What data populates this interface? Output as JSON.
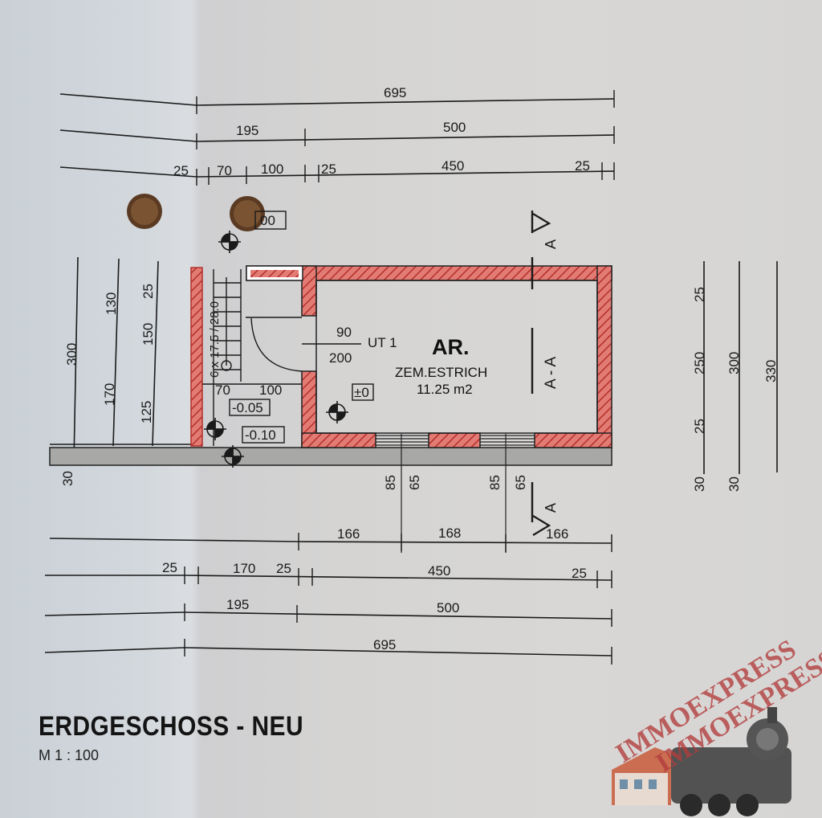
{
  "drawing": {
    "title": "ERDGESCHOSS - NEU",
    "scale": "M 1 : 100",
    "top_dimensions": {
      "row1": [
        "695"
      ],
      "row2": [
        "195",
        "500"
      ],
      "row3": [
        "25",
        "70",
        "100",
        "25",
        "450",
        "25"
      ]
    },
    "bottom_dimensions": {
      "row1": [
        "166",
        "168",
        "166"
      ],
      "row2": [
        "25",
        "170",
        "25",
        "450",
        "25"
      ],
      "row3": [
        "195",
        "500"
      ],
      "row4": [
        "695"
      ]
    },
    "left_dimensions": [
      "300",
      "130",
      "170",
      "25",
      "150",
      "125",
      "30"
    ],
    "right_dimensions": [
      "25",
      "250",
      "25",
      "30",
      "300",
      "30",
      "330"
    ],
    "below_openings": [
      "85",
      "65",
      "85",
      "65"
    ],
    "box_label": "00",
    "stair_label": "6 x 17.5 / 28.0",
    "stair_dims": [
      "70",
      "100"
    ],
    "levels": [
      "-0.05",
      "-0.10",
      "±0"
    ],
    "door": {
      "width": "90",
      "height": "200",
      "label": "UT 1"
    },
    "room": {
      "code": "AR.",
      "floor": "ZEM.ESTRICH",
      "area": "11.25 m2"
    },
    "section": {
      "label": "A - A",
      "marker": "A"
    }
  },
  "watermark": {
    "text": "IMMOEXPRESS"
  },
  "colors": {
    "wall_fill": "#e0706a",
    "wall_hatch": "#b02a24",
    "line": "#1a1a1a"
  }
}
